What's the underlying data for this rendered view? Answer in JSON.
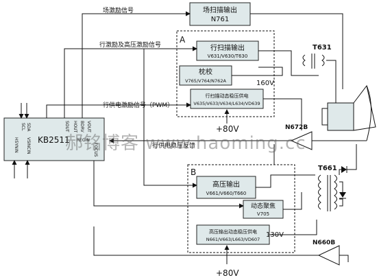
{
  "signals": {
    "field_drive": "场激励信号",
    "line_hv_drive": "行激励及高压激励信号",
    "line_pwm": "行供电激励信号（PWM）",
    "line_feedback": "行供电稳压反馈"
  },
  "block_a": {
    "label": "A",
    "line_scan_title": "行扫描输出",
    "line_scan_parts": "V631/V630/T630",
    "pincushion_title": "枕校",
    "pincushion_parts": "V765/V764/N762A",
    "line_supply_title": "行扫描动态稳压供电",
    "line_supply_parts": "V635/V633/V634/L634/VD639",
    "v160": "160V",
    "plus80": "+80V"
  },
  "block_b": {
    "label": "B",
    "hv_title": "高压输出",
    "hv_parts": "V661/V660/T660",
    "focus_title": "动态聚焦",
    "focus_parts": "V705",
    "hv_supply_title": "高压输出动态稳压供电",
    "hv_supply_parts": "N661/V663/L663/VD607",
    "v130": "130V",
    "plus80": "+80V"
  },
  "field_scan": {
    "title": "场扫描输出",
    "part": "N761"
  },
  "ic": {
    "name": "KB2511",
    "top_pins": [
      "SDA",
      "SCL"
    ],
    "left_pins": [
      "HSYNIN",
      "VSINCIN"
    ],
    "right_pins": [
      "SOUT",
      "HOUT",
      "BDRV",
      "VOUT"
    ],
    "bottom_pins": [
      "FOCUS",
      "REGIN"
    ]
  },
  "transformers": {
    "t631": "T631",
    "t661": "T661"
  },
  "opamps": {
    "n672b": "N672B",
    "n660b": "N660B"
  },
  "watermark": "郝铭博客 www.haoming.cc"
}
